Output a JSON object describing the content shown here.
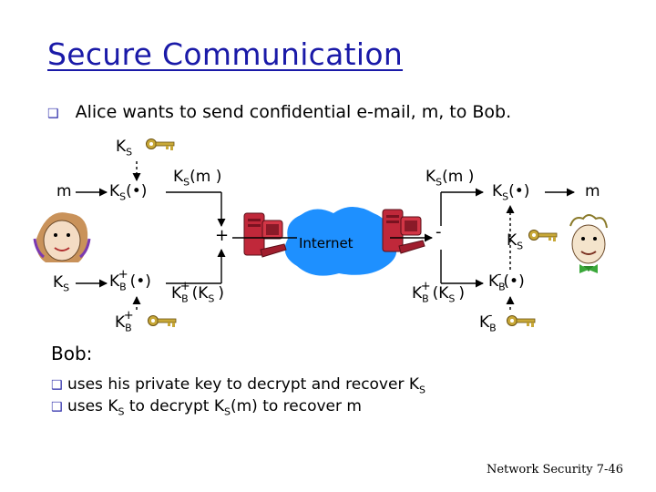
{
  "title": "Secure Communication",
  "intro": "Alice wants to send confidential e-mail, m, to Bob.",
  "diagram": {
    "m": "m",
    "k": "K",
    "s": "S",
    "b": "B",
    "fn_dot": "(•)",
    "paren_open": "(",
    "paren_close": ")",
    "m_close": "(m )",
    "plus": "+",
    "minus": "-",
    "internet": "Internet"
  },
  "bob_heading": "Bob:",
  "bob_steps": [
    {
      "before": "uses his private key to decrypt and recover K",
      "sub": "S",
      "after": ""
    },
    {
      "before": "uses K",
      "sub": "S",
      "middle": " to decrypt K",
      "sub2": "S",
      "after": "(m) to recover m"
    }
  ],
  "footer": "Network Security  7-46",
  "colors": {
    "title": "#1a1aa8",
    "bullet": "#2a2aa8",
    "cloud": "#1e90ff",
    "computer": "#c0283a",
    "key": "#c8a838"
  }
}
